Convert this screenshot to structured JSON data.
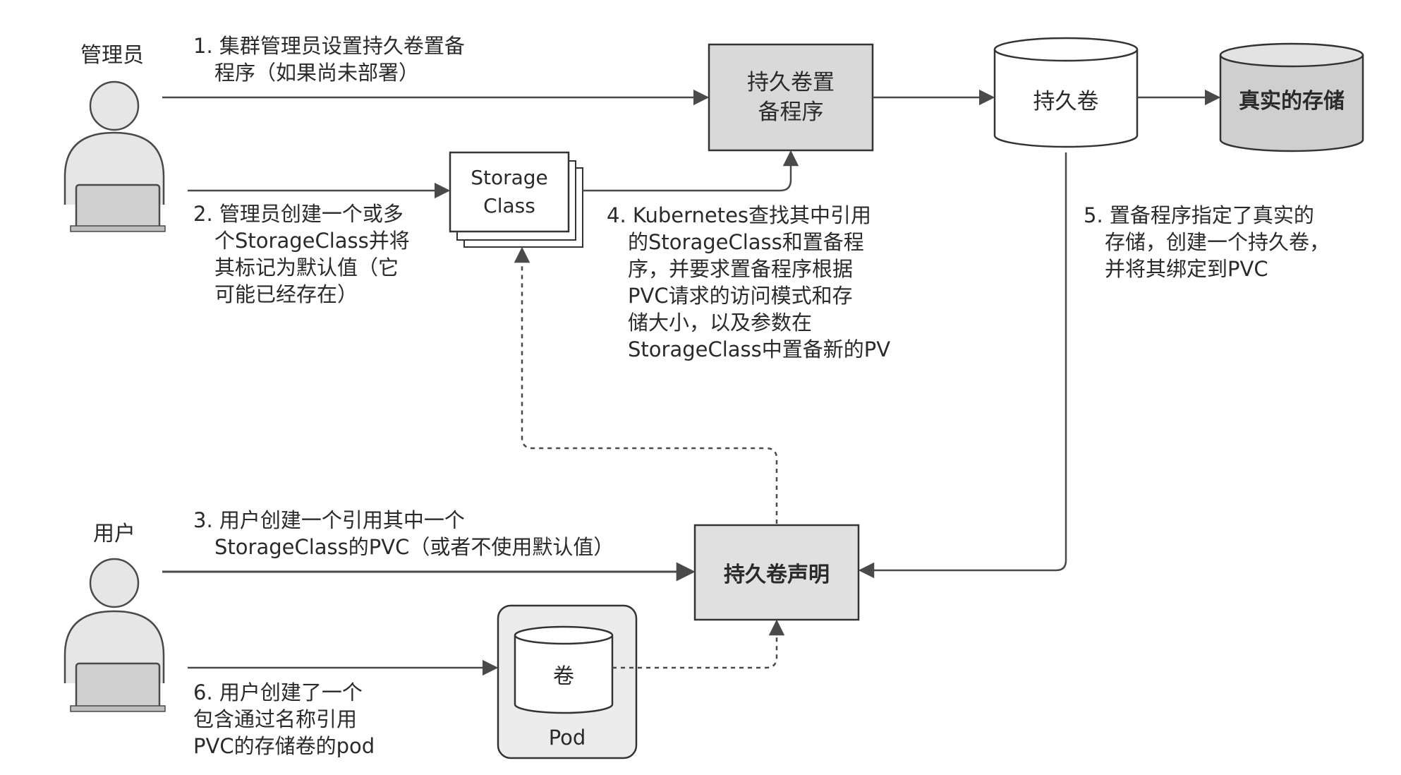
{
  "actors": {
    "admin": "管理员",
    "user": "用户"
  },
  "nodes": {
    "provisioner": [
      "持久卷置",
      "备程序"
    ],
    "storage_class": [
      "Storage",
      "Class"
    ],
    "pv": "持久卷",
    "real_storage": "真实的存储",
    "pvc": "持久卷声明",
    "volume": "卷",
    "pod": "Pod"
  },
  "steps": {
    "s1": [
      "1. 集群管理员设置持久卷置备",
      "程序（如果尚未部署）"
    ],
    "s2": [
      "2. 管理员创建一个或多",
      "个StorageClass并将",
      "其标记为默认值（它",
      "可能已经存在）"
    ],
    "s3": [
      "3. 用户创建一个引用其中一个",
      "StorageClass的PVC（或者不使用默认值）"
    ],
    "s4": [
      "4. Kubernetes查找其中引用",
      "的StorageClass和置备程",
      "序，并要求置备程序根据",
      "PVC请求的访问模式和存",
      "储大小，以及参数在",
      "StorageClass中置备新的PV"
    ],
    "s5": [
      "5. 置备程序指定了真实的",
      "存储，创建一个持久卷，",
      "并将其绑定到PVC"
    ],
    "s6": [
      "6.  用户创建了一个",
      "包含通过名称引用",
      "PVC的存储卷的pod"
    ]
  },
  "colors": {
    "line": "#4a4a4a",
    "box_fill": "#d9d9d9",
    "real_storage_fill": "#cfcfcf",
    "actor_fill": "#e6e6e6",
    "pod_fill": "#ececec"
  }
}
